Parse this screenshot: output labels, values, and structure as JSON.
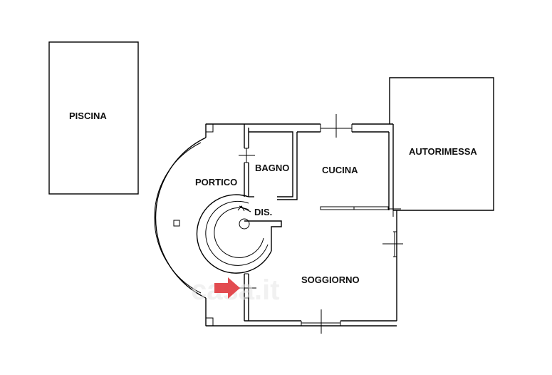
{
  "rooms": {
    "piscina": "PISCINA",
    "autorimessa": "AUTORIMESSA",
    "bagno": "BAGNO",
    "cucina": "CUCINA",
    "portico": "PORTICO",
    "dis": "DIS.",
    "soggiorno": "SOGGIORNO"
  },
  "watermark": "casa.it",
  "colors": {
    "walls": "#000000",
    "entrance_arrow": "#e0393e",
    "background": "#ffffff"
  }
}
